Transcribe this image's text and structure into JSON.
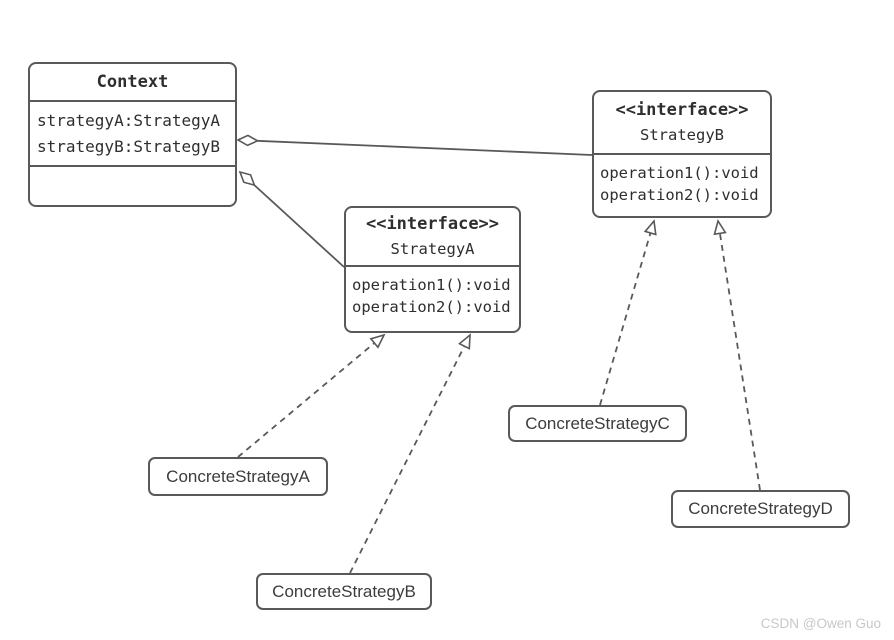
{
  "colors": {
    "stroke": "#595959",
    "text": "#2e2e2e",
    "label_text": "#3c3c3c",
    "watermark": "#c8c8c8",
    "background": "#ffffff"
  },
  "uml": {
    "context": {
      "title": "Context",
      "attributes": [
        "strategyA:StrategyA",
        "strategyB:StrategyB"
      ]
    },
    "strategy_a": {
      "stereotype": "<<interface>>",
      "name": "StrategyA",
      "operations": [
        "operation1():void",
        "operation2():void"
      ]
    },
    "strategy_b": {
      "stereotype": "<<interface>>",
      "name": "StrategyB",
      "operations": [
        "operation1():void",
        "operation2():void"
      ]
    },
    "concrete_a": {
      "label": "ConcreteStrategyA"
    },
    "concrete_b": {
      "label": "ConcreteStrategyB"
    },
    "concrete_c": {
      "label": "ConcreteStrategyC"
    },
    "concrete_d": {
      "label": "ConcreteStrategyD"
    },
    "relationships": [
      {
        "from": "Context",
        "to": "StrategyB",
        "type": "aggregation"
      },
      {
        "from": "Context",
        "to": "StrategyA",
        "type": "aggregation"
      },
      {
        "from": "ConcreteStrategyA",
        "to": "StrategyA",
        "type": "realization"
      },
      {
        "from": "ConcreteStrategyB",
        "to": "StrategyA",
        "type": "realization"
      },
      {
        "from": "ConcreteStrategyC",
        "to": "StrategyB",
        "type": "realization"
      },
      {
        "from": "ConcreteStrategyD",
        "to": "StrategyB",
        "type": "realization"
      }
    ]
  },
  "watermark": "CSDN @Owen Guo"
}
